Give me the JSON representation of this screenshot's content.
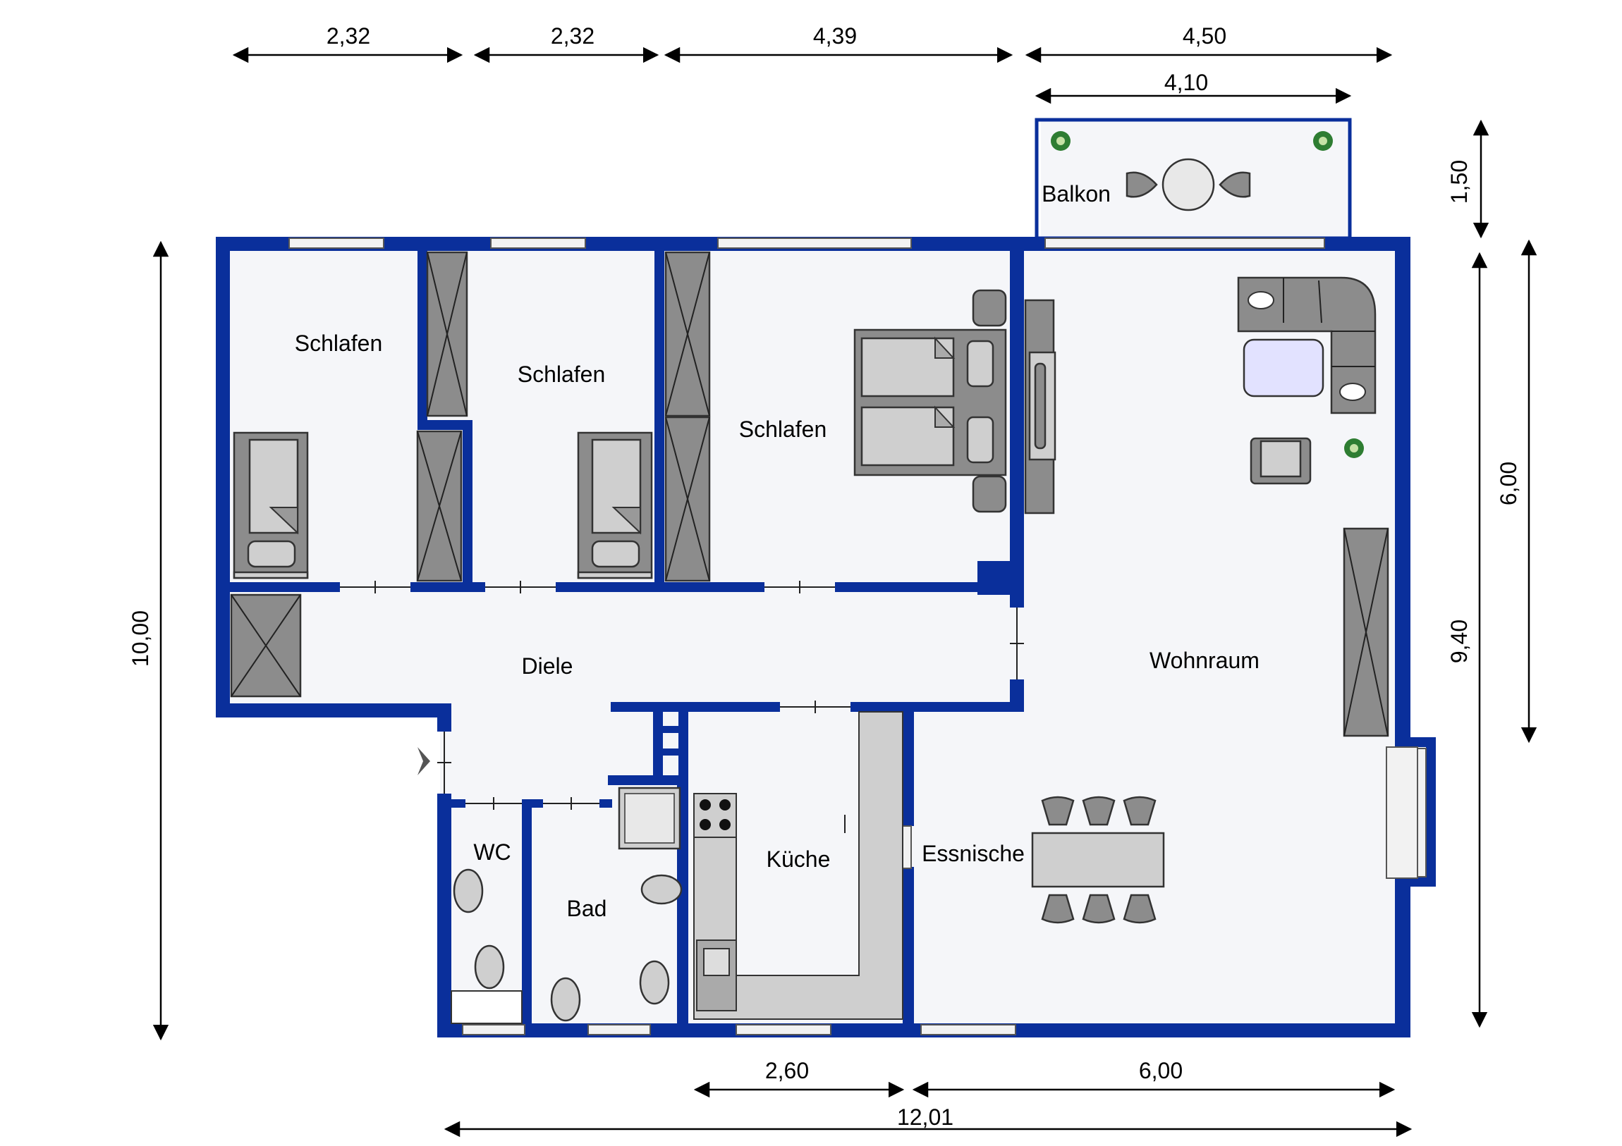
{
  "rooms": {
    "schlafen_1": "Schlafen",
    "schlafen_2": "Schlafen",
    "schlafen_3": "Schlafen",
    "balkon": "Balkon",
    "diele": "Diele",
    "wohnraum": "Wohnraum",
    "wc": "WC",
    "bad": "Bad",
    "kueche": "Küche",
    "essnische": "Essnische"
  },
  "dimensions": {
    "top_1": "2,32",
    "top_2": "2,32",
    "top_3": "4,39",
    "top_4": "4,50",
    "balcony_width": "4,10",
    "balcony_depth": "1,50",
    "right_outer": "6,00",
    "right_inner": "9,40",
    "left_height": "10,00",
    "bottom_kitchen": "2,60",
    "bottom_living": "6,00",
    "bottom_total": "12,01"
  },
  "colors": {
    "wall": "#0a2f9b",
    "floor": "#f5f6f9",
    "furniture": "#8c8c8c"
  }
}
